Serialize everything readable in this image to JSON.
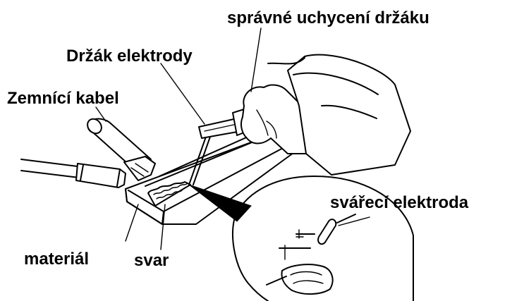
{
  "labels": {
    "holder_grip": "správné uchycení držáku",
    "electrode_holder": "Držák elektrody",
    "ground_cable": "Zemnící kabel",
    "welding_electrode": "svářecí elektroda",
    "material": "materiál",
    "weld": "svar"
  }
}
